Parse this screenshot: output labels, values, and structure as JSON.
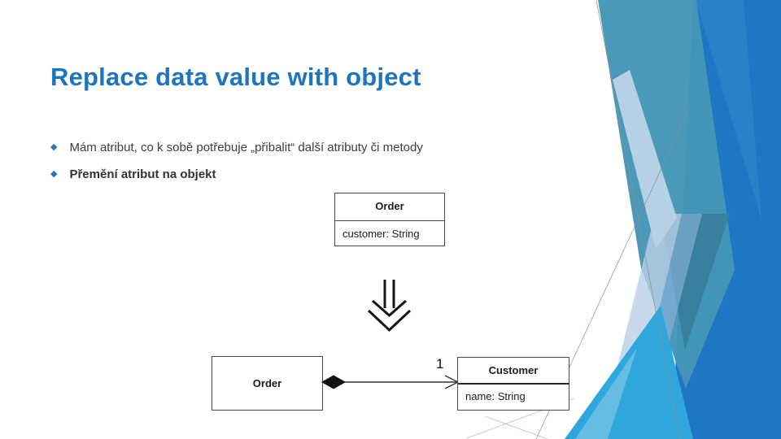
{
  "slide": {
    "title": "Replace data value with object",
    "colors": {
      "title_blue": "#1c75be",
      "bullet_blue": "#2e74b8",
      "facet_teal": "#4496b7",
      "facet_blue": "#1e76c5",
      "facet_cyan": "#2fa7dc",
      "facet_light_blue": "#b9cfe6",
      "text": "#3c3c3c"
    }
  },
  "bullets": [
    {
      "marker": "◆",
      "text": "Mám atribut, co k sobě potřebuje „přibalit“ další atributy či metody"
    },
    {
      "marker": "◆",
      "text": "Přemění atribut na objekt"
    }
  ],
  "diagram": {
    "before": {
      "class_name": "Order",
      "attribute": "customer: String"
    },
    "transition": "double-down-arrow",
    "after": {
      "source_class_name": "Order",
      "relation": {
        "type": "composition with open arrowhead",
        "multiplicity": "1"
      },
      "target": {
        "class_name": "Customer",
        "attribute": "name: String"
      }
    }
  }
}
